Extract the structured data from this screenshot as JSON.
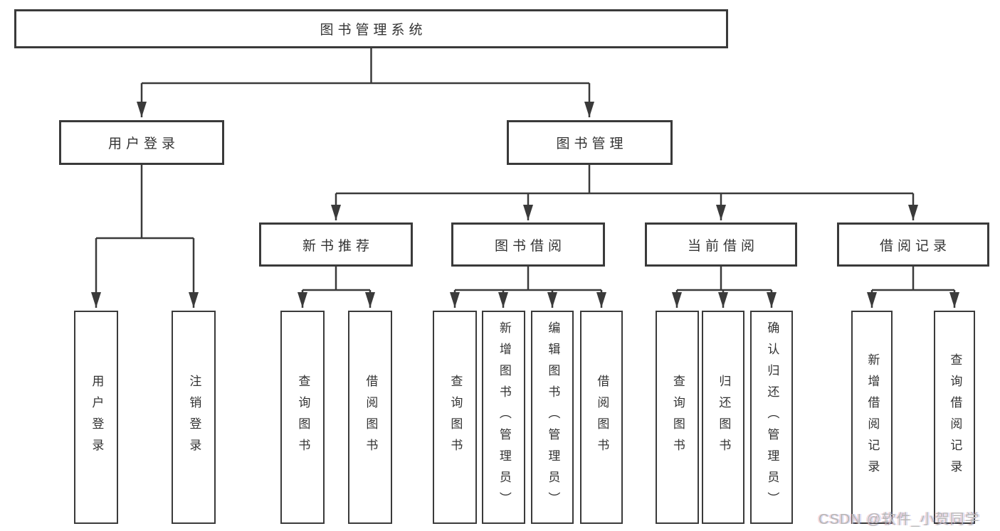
{
  "tree": {
    "label": "图书管理系统",
    "children": [
      {
        "label": "用户登录",
        "children": [
          {
            "label": "用户登录"
          },
          {
            "label": "注销登录"
          }
        ]
      },
      {
        "label": "图书管理",
        "children": [
          {
            "label": "新书推荐",
            "children": [
              {
                "label": "查询图书"
              },
              {
                "label": "借阅图书"
              }
            ]
          },
          {
            "label": "图书借阅",
            "children": [
              {
                "label": "查询图书"
              },
              {
                "label": "新增图书（管理员）"
              },
              {
                "label": "编辑图书（管理员）"
              },
              {
                "label": "借阅图书"
              }
            ]
          },
          {
            "label": "当前借阅",
            "children": [
              {
                "label": "查询图书"
              },
              {
                "label": "归还图书"
              },
              {
                "label": "确认归还（管理员）"
              }
            ]
          },
          {
            "label": "借阅记录",
            "children": [
              {
                "label": "新增借阅记录"
              },
              {
                "label": "查询借阅记录"
              }
            ]
          }
        ]
      }
    ]
  },
  "watermark": {
    "text": "CSDN @软件_小贺同学"
  },
  "colors": {
    "line": "#3a3a3a",
    "box_border": "#3a3a3a",
    "box_fill": "#ffffff",
    "text": "#333333",
    "watermark": "#b6b6b6"
  }
}
